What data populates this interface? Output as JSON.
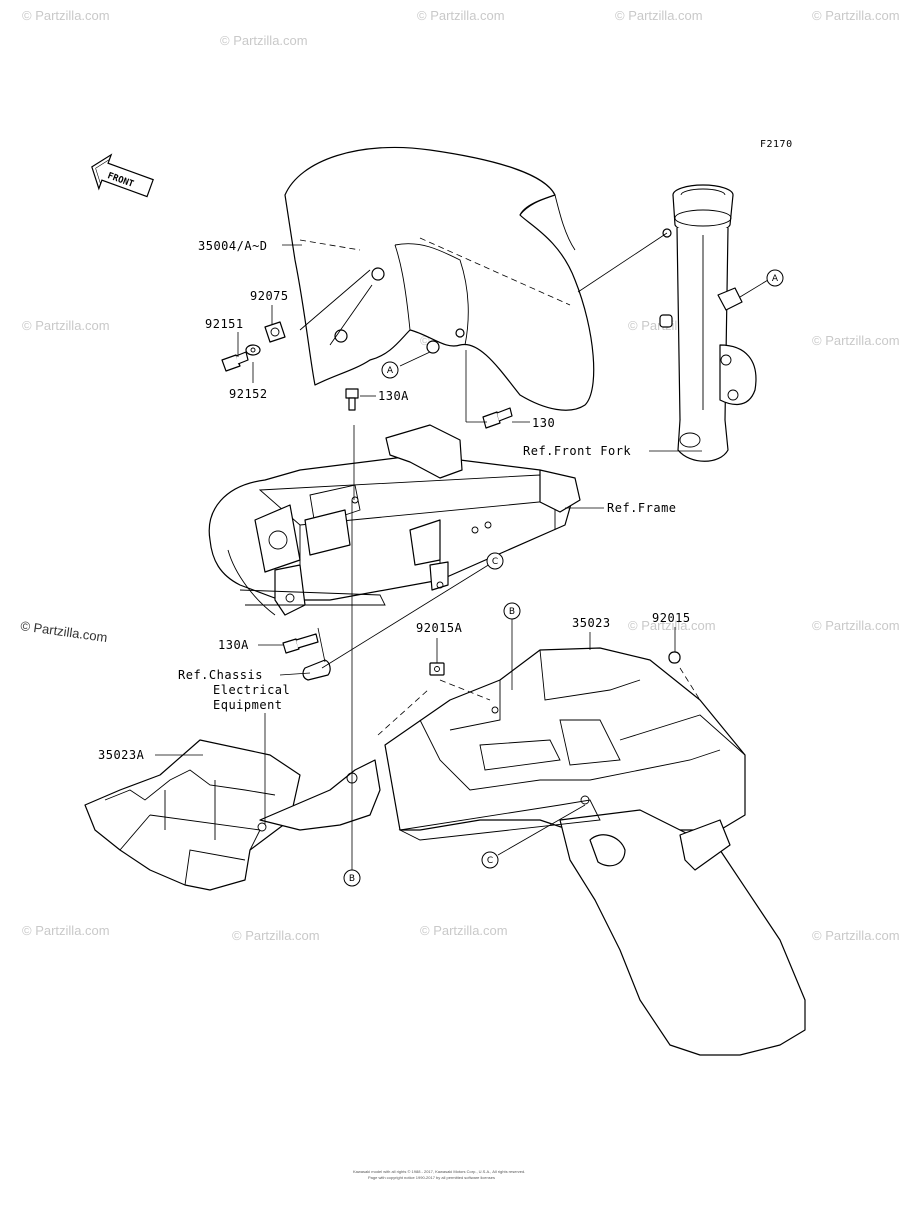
{
  "diagram": {
    "figure_code": "F2170",
    "front_label": "FRONT",
    "watermark": "© Partzilla.com",
    "watermark_dark": "© Partzilla.com",
    "footer_lines": [
      "Kawasaki model with all rights © 1988 - 2017, Kawasaki Motors Corp., U.S.A., All rights reserved.",
      "Page with copyright notice 1990-2017 by all permitted software licenses"
    ],
    "callouts": {
      "c1": "35004/A~D",
      "c2": "92075",
      "c3": "92151",
      "c4": "92152",
      "c5": "130A",
      "c6": "130",
      "c7": "Ref.Front Fork",
      "c8": "Ref.Frame",
      "c9": "130A",
      "c10": "Ref.Chassis",
      "c10b": "Electrical",
      "c10c": "Equipment",
      "c11": "92015A",
      "c12": "35023",
      "c13": "92015",
      "c14": "35023A"
    },
    "refs": {
      "a1": "A",
      "a2": "A",
      "b1": "B",
      "b2": "B",
      "c1": "C",
      "c2": "C"
    }
  }
}
